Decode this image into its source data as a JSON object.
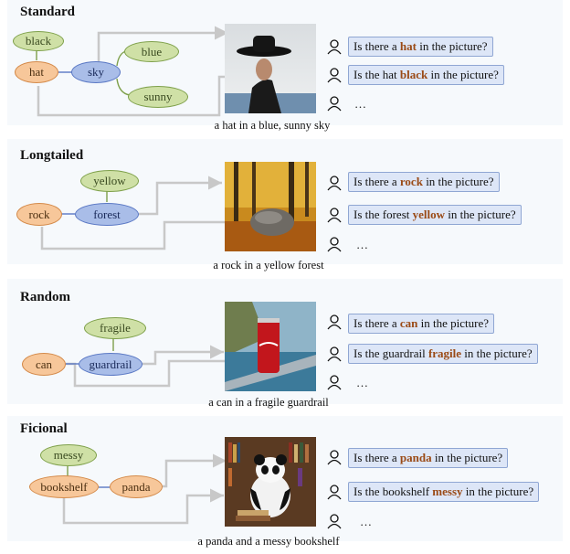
{
  "panels": [
    {
      "title": "Standard",
      "nodes": {
        "attr1": "black",
        "obj": "hat",
        "scene": "sky",
        "attr2": "blue",
        "attr3": "sunny"
      },
      "questions": [
        {
          "pre": "Is there a ",
          "kw": "hat",
          "post": " in the picture?"
        },
        {
          "pre": "Is the hat ",
          "kw": "black",
          "post": " in the picture?"
        }
      ],
      "ellipsis": "…",
      "caption": "a hat in a blue, sunny sky"
    },
    {
      "title": "Longtailed",
      "nodes": {
        "attr1": "yellow",
        "obj": "rock",
        "scene": "forest"
      },
      "questions": [
        {
          "pre": "Is there a ",
          "kw": "rock",
          "post": " in the picture?"
        },
        {
          "pre": "Is the forest ",
          "kw": "yellow",
          "post": " in the picture?"
        }
      ],
      "ellipsis": "…",
      "caption": "a rock in a yellow forest"
    },
    {
      "title": "Random",
      "nodes": {
        "attr1": "fragile",
        "obj": "can",
        "scene": "guardrail"
      },
      "questions": [
        {
          "pre": "Is there a ",
          "kw": "can",
          "post": " in the picture?"
        },
        {
          "pre": "Is the guardrail ",
          "kw": "fragile",
          "post": " in the picture?"
        }
      ],
      "ellipsis": "…",
      "caption": "a can in a fragile guardrail"
    },
    {
      "title": "Ficional",
      "nodes": {
        "attr1": "messy",
        "obj": "bookshelf",
        "scene": "panda"
      },
      "questions": [
        {
          "pre": "Is there a ",
          "kw": "panda",
          "post": " in the picture?"
        },
        {
          "pre": "Is the bookshelf ",
          "kw": "messy",
          "post": " in the picture?"
        }
      ],
      "ellipsis": "…",
      "caption": "a panda and a messy bookshelf"
    }
  ],
  "colors": {
    "attribute": "#cfe0a6",
    "object": "#f7c79a",
    "scene": "#a9bde8",
    "keyword": "#9a4a16",
    "question_bg": "#dde6f7"
  }
}
